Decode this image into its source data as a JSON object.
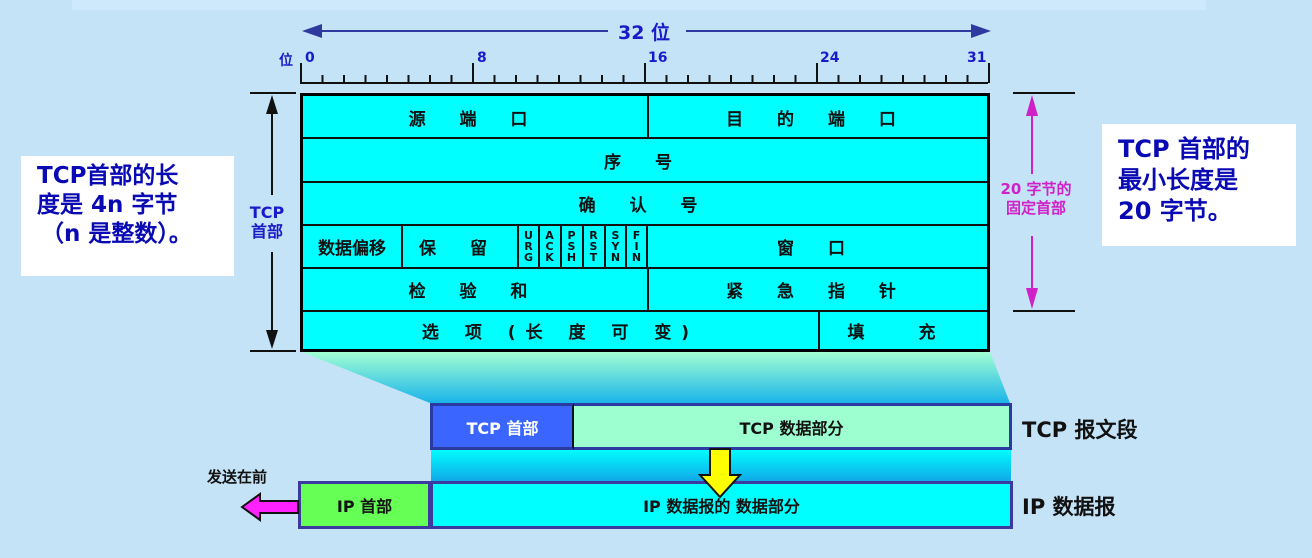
{
  "ruler": {
    "title": "32 位",
    "unit_label": "位",
    "ticks": [
      "0",
      "8",
      "16",
      "24",
      "31"
    ],
    "arrow_color": "#2f3a9e"
  },
  "header_table": {
    "rows": [
      {
        "cells": [
          "源 端 口",
          "目 的 端 口"
        ]
      },
      {
        "cells": [
          "序 号"
        ]
      },
      {
        "cells": [
          "确 认 号"
        ]
      },
      {
        "cells": [
          "数据偏移",
          "保 留",
          "窗 口"
        ],
        "flags": [
          "URG",
          "ACK",
          "PSH",
          "RST",
          "SYN",
          "FIN"
        ]
      },
      {
        "cells": [
          "检 验 和",
          "紧 急 指 针"
        ]
      },
      {
        "cells": [
          "选 项 (长 度 可 变)",
          "填 充"
        ]
      }
    ],
    "fill_color": "#00ffff"
  },
  "left_note": {
    "lines": [
      "TCP首部的长",
      "度是 4n 字节",
      "（n 是整数）。"
    ]
  },
  "tcp_header_span": {
    "lines": [
      "TCP",
      "首部"
    ]
  },
  "fixed_span": {
    "lines": [
      "20 字节的",
      "固定首部"
    ],
    "color": "#d020c8"
  },
  "right_note": {
    "lines": [
      "TCP 首部的",
      "最小长度是",
      "20 字节。"
    ]
  },
  "segment": {
    "header_label": "TCP 首部",
    "data_label": "TCP 数据部分",
    "name": "TCP 报文段",
    "header_color": "#3a66ff",
    "data_color": "#9dffcf"
  },
  "datagram": {
    "header_label": "IP 首部",
    "data_label": "IP 数据报的 数据部分",
    "name": "IP 数据报",
    "header_color": "#66ff55",
    "data_color": "#00ffff"
  },
  "send_first": {
    "label": "发送在前",
    "arrow_color": "#ff22ff"
  }
}
